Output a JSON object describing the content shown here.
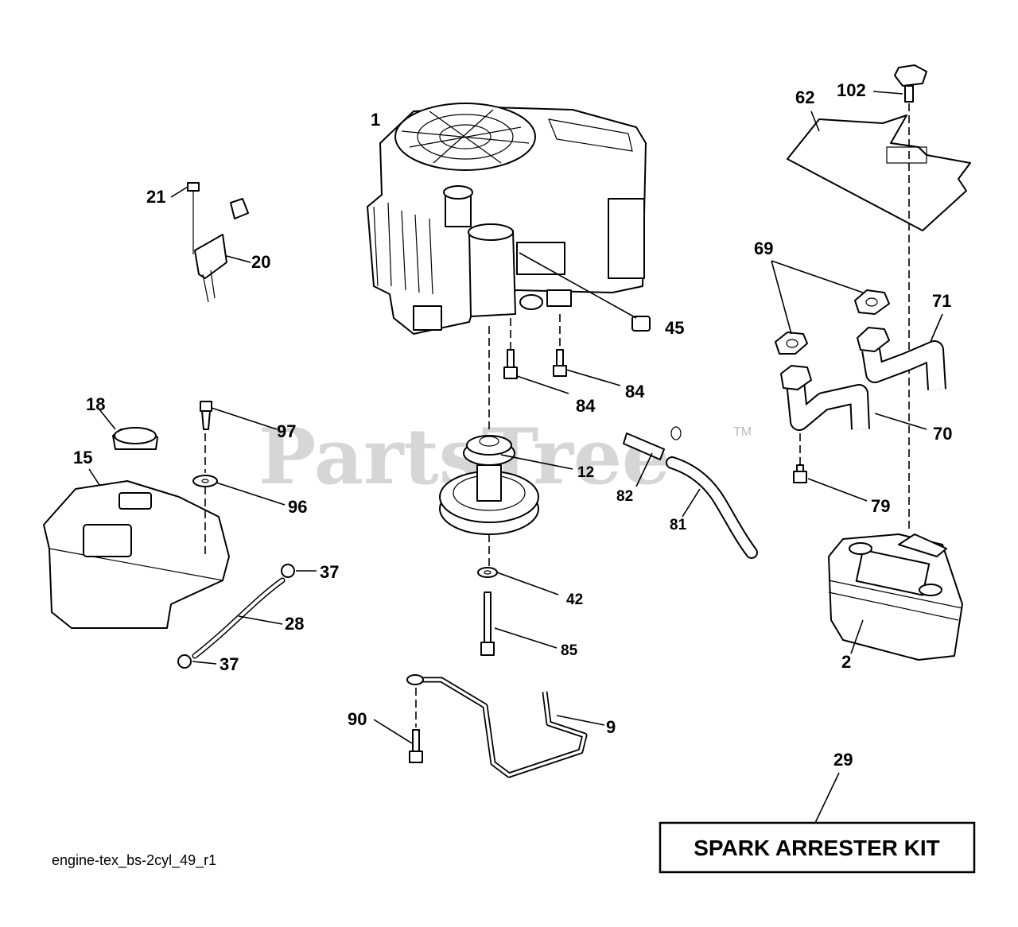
{
  "watermark": {
    "text": "PartsTree",
    "tm": "TM"
  },
  "footer": {
    "diagram_code": "engine-tex_bs-2cyl_49_r1"
  },
  "kit_box": {
    "label": "SPARK ARRESTER KIT"
  },
  "callouts": {
    "c1": "1",
    "c2": "2",
    "c9": "9",
    "c12": "12",
    "c15": "15",
    "c18": "18",
    "c20": "20",
    "c21": "21",
    "c28": "28",
    "c29": "29",
    "c37a": "37",
    "c37b": "37",
    "c42": "42",
    "c45": "45",
    "c62": "62",
    "c69": "69",
    "c70": "70",
    "c71": "71",
    "c79": "79",
    "c81": "81",
    "c82": "82",
    "c84a": "84",
    "c84b": "84",
    "c85": "85",
    "c90": "90",
    "c96": "96",
    "c97": "97",
    "c102": "102"
  }
}
